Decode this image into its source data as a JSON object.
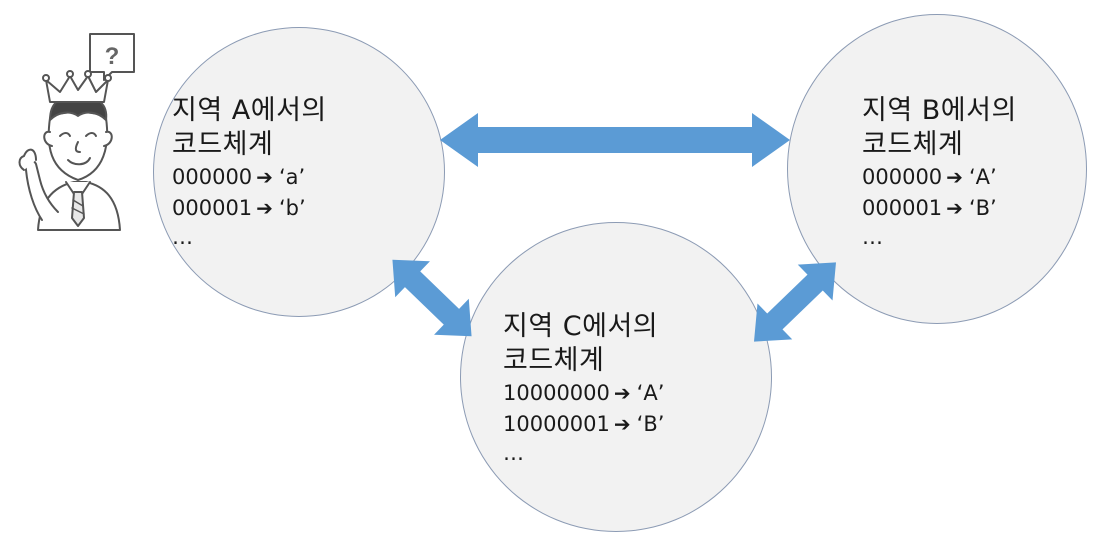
{
  "regions": {
    "a": {
      "title_1": "지역 A에서의",
      "title_2": "코드체계",
      "codes": [
        {
          "code": "000000",
          "arrow": "➔",
          "value": "‘a’"
        },
        {
          "code": "000001",
          "arrow": "➔",
          "value": "‘b’"
        }
      ],
      "more": "…"
    },
    "b": {
      "title_1": "지역 B에서의",
      "title_2": "코드체계",
      "codes": [
        {
          "code": "000000",
          "arrow": "➔",
          "value": "‘A’"
        },
        {
          "code": "000001",
          "arrow": "➔",
          "value": "‘B’"
        }
      ],
      "more": "…"
    },
    "c": {
      "title_1": "지역 C에서의",
      "title_2": "코드체계",
      "codes": [
        {
          "code": "10000000",
          "arrow": "➔",
          "value": "‘A’"
        },
        {
          "code": "10000001",
          "arrow": "➔",
          "value": "‘B’"
        }
      ],
      "more": "…"
    }
  },
  "character": {
    "bubble_text": "?",
    "icon": "confused-king-character"
  },
  "colors": {
    "circle_fill": "#f2f2f2",
    "circle_border": "#8c9bb4",
    "arrow": "#5b9bd5"
  }
}
